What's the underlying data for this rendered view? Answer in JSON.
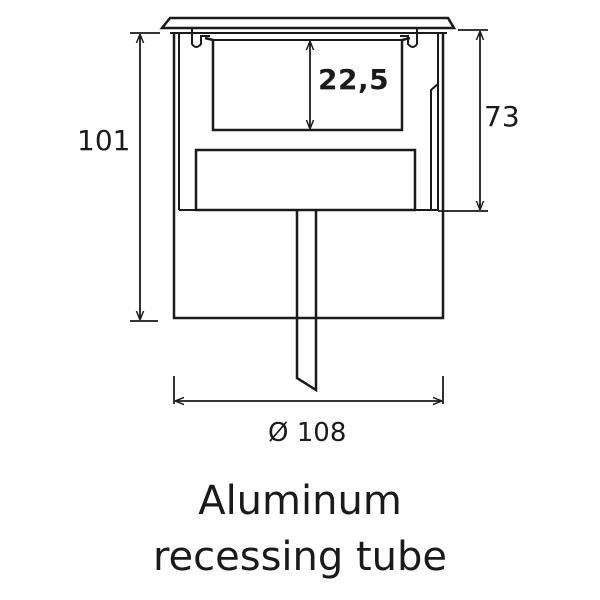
{
  "dimensions": {
    "inner_depth": "22,5",
    "insert_depth": "73",
    "total_height": "101",
    "diameter": "Ø 108"
  },
  "caption": {
    "line1": "Aluminum",
    "line2": "recessing tube"
  },
  "colors": {
    "stroke": "#1a1a1a",
    "background": "#ffffff"
  }
}
